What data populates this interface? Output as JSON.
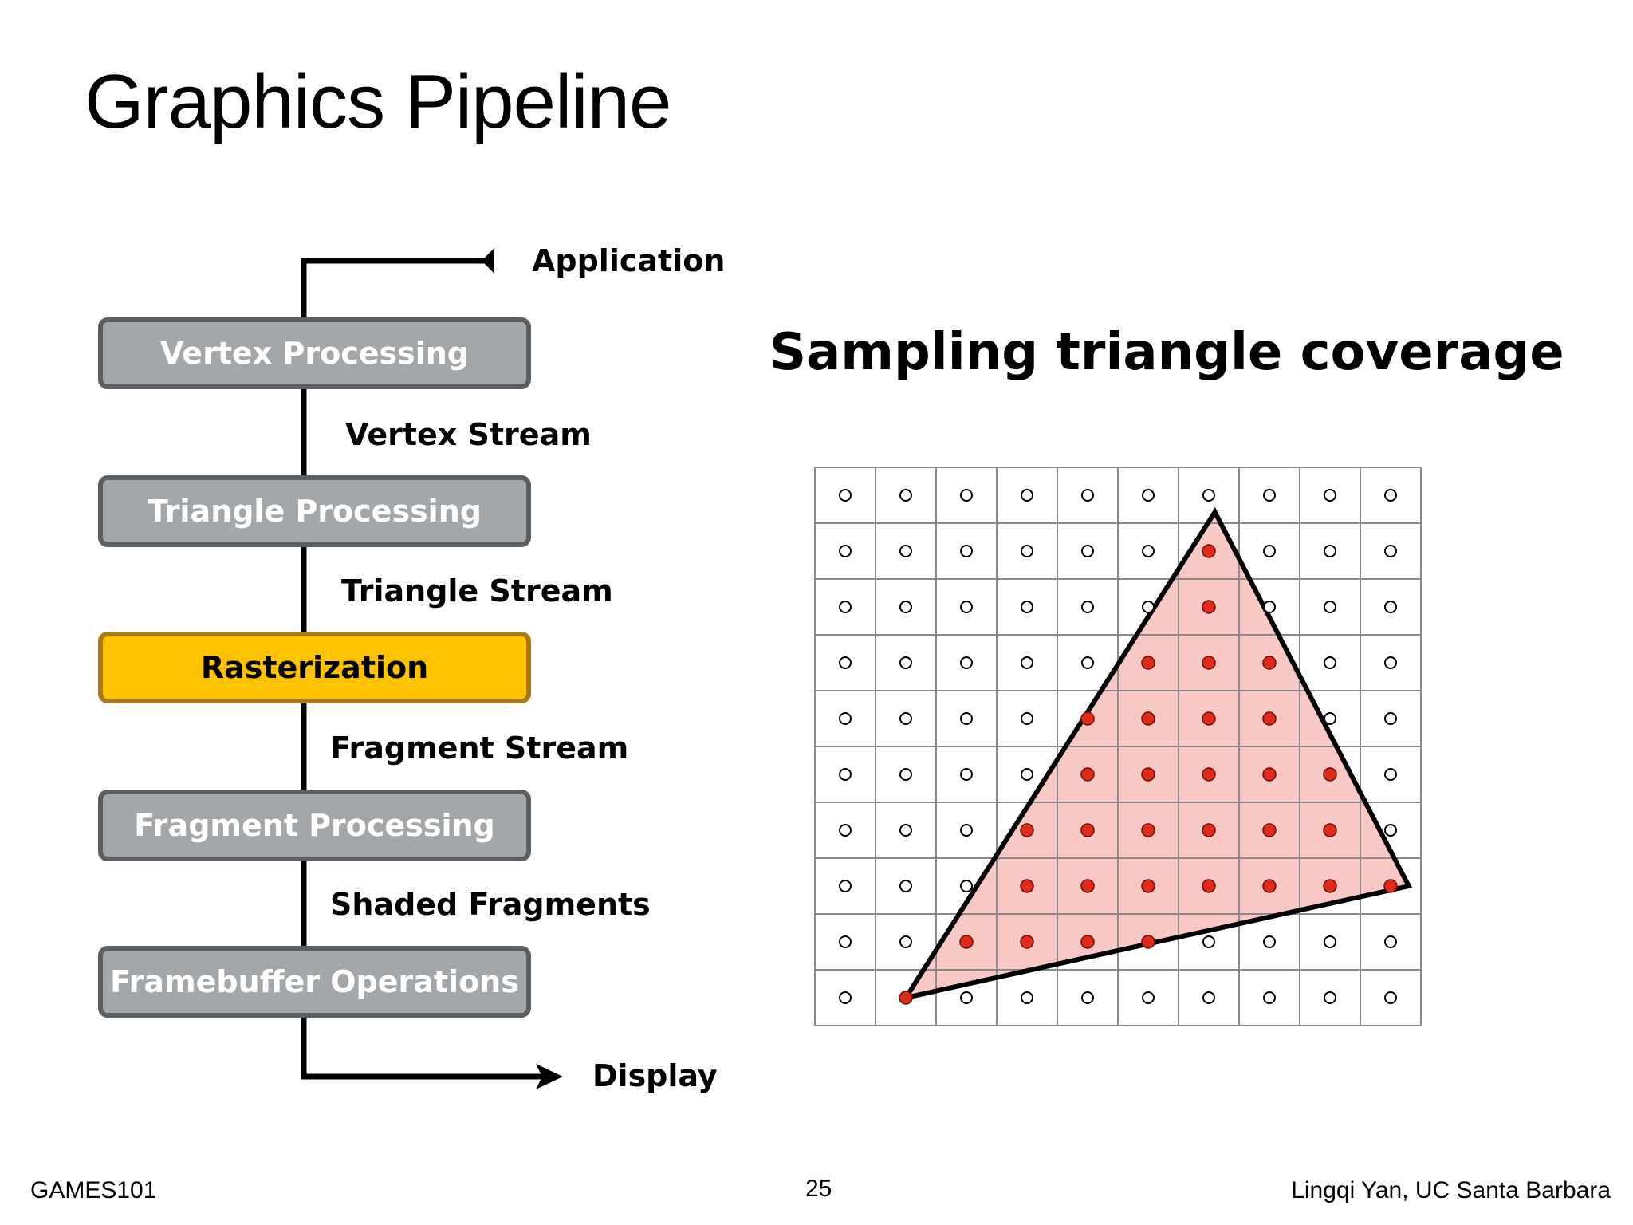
{
  "slide": {
    "title": "Graphics Pipeline"
  },
  "pipeline": {
    "input_label": "Application",
    "output_label": "Display",
    "stages": [
      {
        "label": "Vertex Processing",
        "highlighted": false
      },
      {
        "label": "Triangle Processing",
        "highlighted": false
      },
      {
        "label": "Rasterization",
        "highlighted": true
      },
      {
        "label": "Fragment Processing",
        "highlighted": false
      },
      {
        "label": "Framebuffer Operations",
        "highlighted": false
      }
    ],
    "streams": [
      "Vertex Stream",
      "Triangle Stream",
      "Fragment Stream",
      "Shaded Fragments"
    ]
  },
  "coverage": {
    "title": "Sampling triangle coverage",
    "grid_columns": 10,
    "grid_rows": 10,
    "triangle_vertices": [
      [
        1.5,
        9.5
      ],
      [
        6.6,
        0.8
      ],
      [
        9.8,
        7.5
      ]
    ],
    "colors": {
      "triangle_fill": "#f7c8c4",
      "covered_sample": "#e02b1b",
      "stage_box": "#a4a7a9",
      "highlight_box": "#fdc200"
    }
  },
  "footer": {
    "left": "GAMES101",
    "page_number": "25",
    "right": "Lingqi Yan, UC Santa Barbara"
  }
}
